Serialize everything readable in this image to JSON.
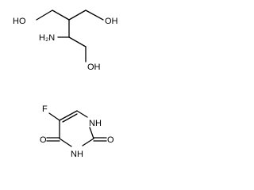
{
  "tris": {
    "labels": {
      "ho_left": "HO",
      "oh_right": "OH",
      "amine": "H₂N",
      "oh_bottom": "OH"
    }
  },
  "fluorouracil": {
    "labels": {
      "fluorine": "F",
      "nh_top": "NH",
      "oxo_right": "O",
      "nh_bottom": "NH",
      "oxo_left": "O"
    }
  }
}
